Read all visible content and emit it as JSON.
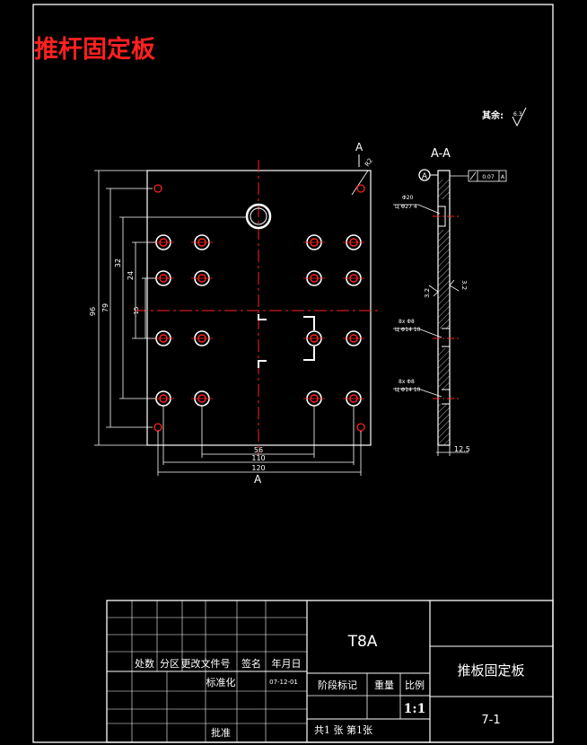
{
  "drawing_title": "推杆固定板",
  "roughness_note": {
    "label": "其余:",
    "value": "6.3"
  },
  "section": {
    "label_top": "A",
    "label_bottom": "A",
    "section_name": "A-A"
  },
  "front_view": {
    "corner_radius": "R2",
    "dims": {
      "d32": "32",
      "d24": "24",
      "d15": "15",
      "d79": "79",
      "d96": "96",
      "d56": "56",
      "d110": "110",
      "d120": "120"
    }
  },
  "side_view": {
    "datum_letter": "A",
    "tolerance_value": "0.07",
    "tolerance_datum": "A",
    "hole_note_1": {
      "top": "Φ20",
      "bottom": "Ц Φ27 4"
    },
    "hole_note_2": {
      "top": "8x Φ8",
      "bottom": "Ц Φ14 10"
    },
    "hole_note_3": {
      "top": "8x Φ8",
      "bottom": "Ц Φ14 10"
    },
    "dim_thickness": "12.5",
    "rough_left": "3.2",
    "rough_right": "3.2"
  },
  "title_block": {
    "material": "T8A",
    "part_name": "推板固定板",
    "drawing_number": "7-1",
    "scale": "1:1",
    "headers": {
      "mark": "处数",
      "zone": "分区",
      "change_doc": "更改文件号",
      "signature": "签名",
      "date": "年月日"
    },
    "standardization": "标准化",
    "standard_date": "07-12-01",
    "stage_mark": "阶段标记",
    "weight": "重量",
    "scale_label": "比例",
    "approve": "批准",
    "sheet_info": "共1 张 第1张"
  }
}
